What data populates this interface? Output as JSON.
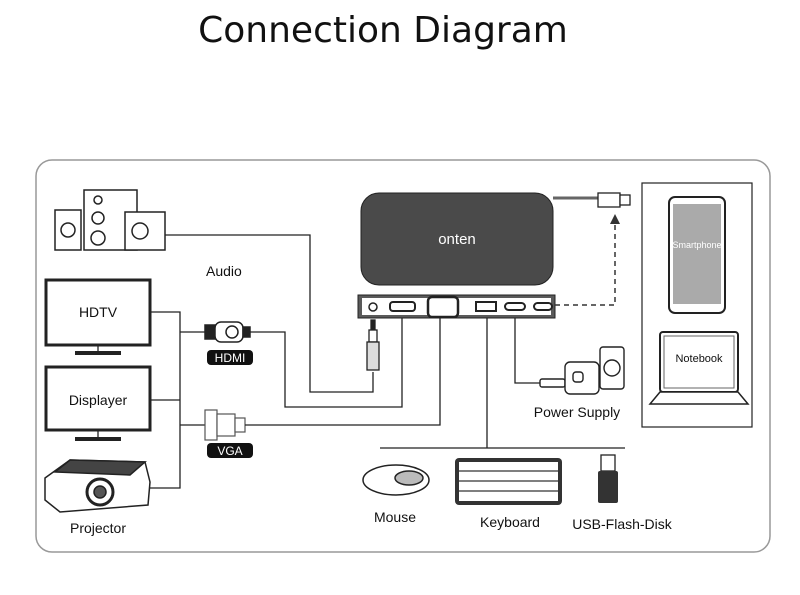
{
  "title": "Connection Diagram",
  "hub": {
    "brand": "onten"
  },
  "labels": {
    "audio": "Audio",
    "hdtv": "HDTV",
    "displayer": "Displayer",
    "projector": "Projector",
    "hdmi": "HDMI",
    "vga": "VGA",
    "power_supply": "Power Supply",
    "mouse": "Mouse",
    "keyboard": "Keyboard",
    "usb_flash_disk": "USB-Flash-Disk",
    "smartphone": "Smartphone",
    "notebook": "Notebook"
  }
}
